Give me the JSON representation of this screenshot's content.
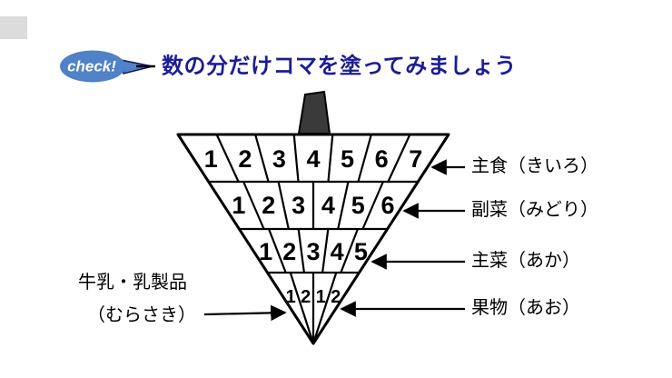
{
  "header": {
    "check_badge": "check!",
    "badge_color": "#4f82c6",
    "title": "数の分だけコマを塗ってみましょう",
    "title_color": "#1c1c96"
  },
  "koma": {
    "handle_color": "#3a3a3a",
    "rows": [
      {
        "cells": [
          "1",
          "2",
          "3",
          "4",
          "5",
          "6",
          "7"
        ]
      },
      {
        "cells": [
          "1",
          "2",
          "3",
          "4",
          "5",
          "6"
        ]
      },
      {
        "cells": [
          "1",
          "2",
          "3",
          "4",
          "5"
        ]
      },
      {
        "cells": [
          "1",
          "2",
          "1",
          "2"
        ]
      }
    ],
    "labels": {
      "staple": "主食（きいろ）",
      "side": "副菜（みどり）",
      "main": "主菜（あか）",
      "fruit": "果物（あお）",
      "milk_line1": "牛乳・乳製品",
      "milk_line2": "（むらさき）"
    }
  }
}
